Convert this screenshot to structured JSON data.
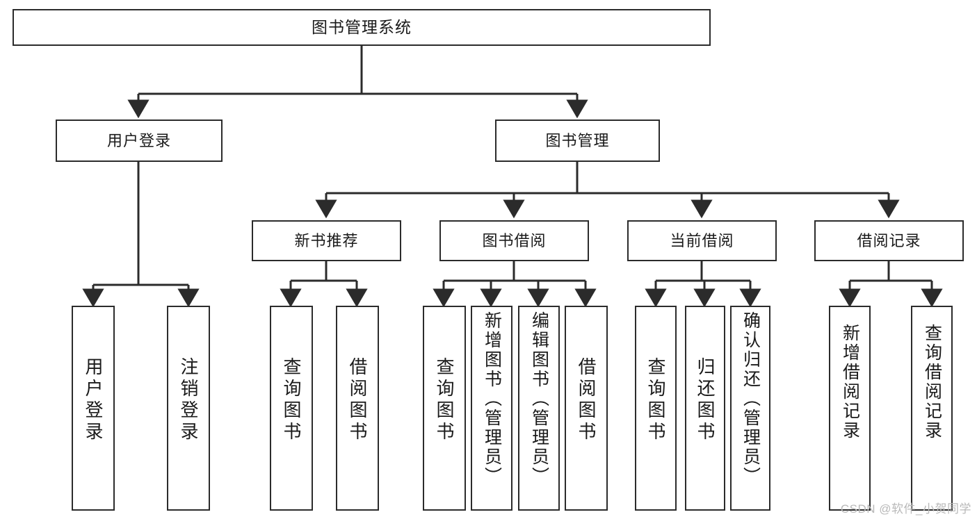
{
  "diagram": {
    "title": "图书管理系统",
    "type": "tree-hierarchy-chart",
    "colors": {
      "node_border": "#2b2b2b",
      "node_fill": "#ffffff",
      "edge": "#2b2b2b",
      "text": "#1a1a1a",
      "watermark": "#b9b9b9",
      "background": "#ffffff"
    },
    "root": {
      "id": "root",
      "label": "图书管理系统"
    },
    "level2": [
      {
        "id": "user-login",
        "label": "用户登录"
      },
      {
        "id": "book-manage",
        "label": "图书管理"
      }
    ],
    "level3": [
      {
        "id": "new-book-recommend",
        "label": "新书推荐",
        "parent": "book-manage"
      },
      {
        "id": "book-borrow",
        "label": "图书借阅",
        "parent": "book-manage"
      },
      {
        "id": "current-borrow",
        "label": "当前借阅",
        "parent": "book-manage"
      },
      {
        "id": "borrow-record",
        "label": "借阅记录",
        "parent": "book-manage"
      }
    ],
    "leaves": {
      "user-login": [
        {
          "id": "leaf-user-login",
          "label": "用户登录"
        },
        {
          "id": "leaf-user-logout",
          "label": "注销登录"
        }
      ],
      "new-book-recommend": [
        {
          "id": "leaf-query-book-1",
          "label": "查询图书"
        },
        {
          "id": "leaf-borrow-book-1",
          "label": "借阅图书"
        }
      ],
      "book-borrow": [
        {
          "id": "leaf-query-book-2",
          "label": "查询图书"
        },
        {
          "id": "leaf-add-book",
          "label": "新增图书（管理员）"
        },
        {
          "id": "leaf-edit-book",
          "label": "编辑图书（管理员）"
        },
        {
          "id": "leaf-borrow-book-2",
          "label": "借阅图书"
        }
      ],
      "current-borrow": [
        {
          "id": "leaf-query-book-3",
          "label": "查询图书"
        },
        {
          "id": "leaf-return-book",
          "label": "归还图书"
        },
        {
          "id": "leaf-confirm-return",
          "label": "确认归还（管理员）"
        }
      ],
      "borrow-record": [
        {
          "id": "leaf-add-record",
          "label": "新增借阅记录"
        },
        {
          "id": "leaf-query-record",
          "label": "查询借阅记录"
        }
      ]
    },
    "watermark": "CSDN @软件_小贺同学"
  }
}
